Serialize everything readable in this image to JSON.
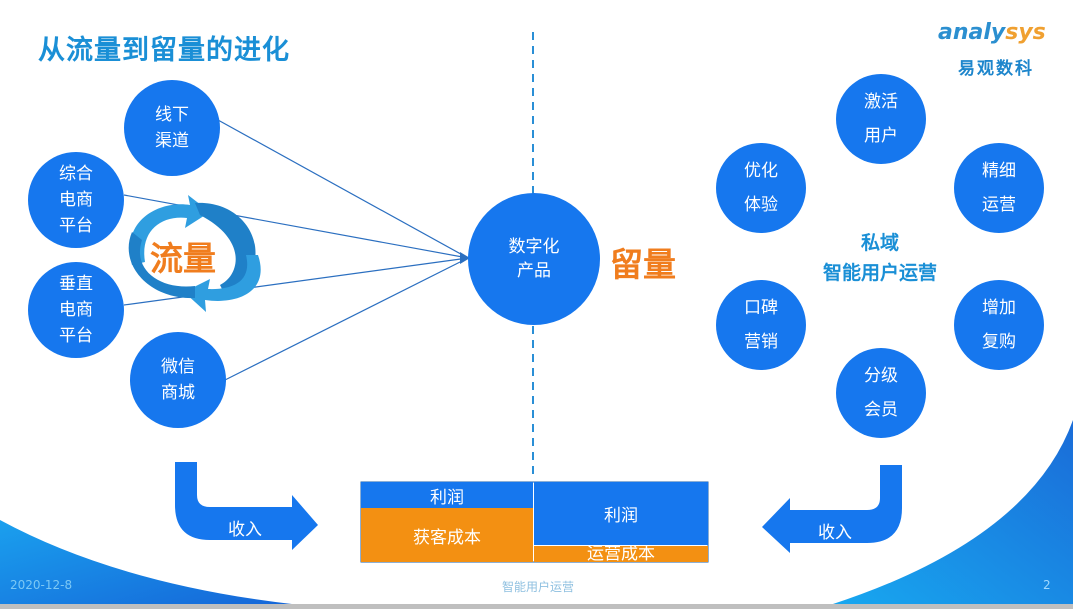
{
  "title": "从流量到留量的进化",
  "logo": {
    "en_main": "analy",
    "en_accent": "sys",
    "cn": "易观数科"
  },
  "left": {
    "channels": [
      {
        "label": "线下\n渠道"
      },
      {
        "label": "综合\n电商\n平台"
      },
      {
        "label": "垂直\n电商\n平台"
      },
      {
        "label": "微信\n商城"
      }
    ],
    "cycle_label": "流量"
  },
  "center": {
    "product_label": "数字化\n产品",
    "retention_label": "留量"
  },
  "right": {
    "nodes": [
      {
        "label": "激活\n用户"
      },
      {
        "label": "精细\n运营"
      },
      {
        "label": "增加\n复购"
      },
      {
        "label": "分级\n会员"
      },
      {
        "label": "口碑\n营销"
      },
      {
        "label": "优化\n体验"
      }
    ],
    "center_line1": "私域",
    "center_line2": "智能用户运营"
  },
  "bottom": {
    "left_income": "收入",
    "right_income": "收入",
    "left_profit": "利润",
    "left_cost": "获客成本",
    "right_profit": "利润",
    "right_cost": "运营成本"
  },
  "footer": {
    "date": "2020-12-8",
    "center": "智能用户运营",
    "page": "2"
  },
  "colors": {
    "circle": "#1677ee",
    "orange": "#f39012",
    "title": "#1a8fd6",
    "accent_orange": "#f07d1e"
  }
}
